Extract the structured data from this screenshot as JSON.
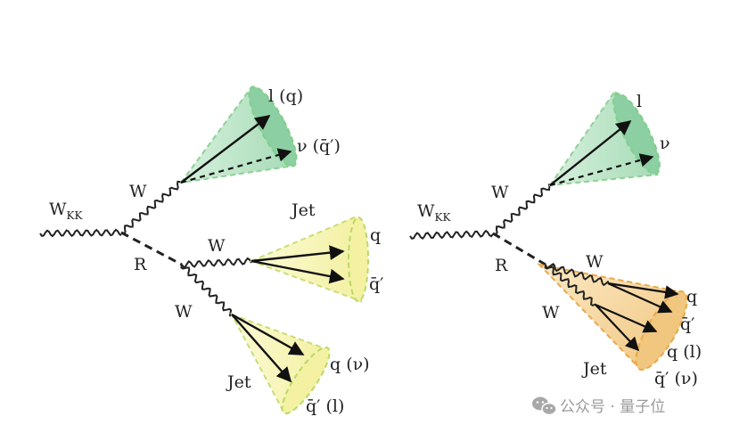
{
  "left": {
    "wkk": "W",
    "wkk_sub": "KK",
    "r": "R",
    "w_upper": "W",
    "w_middle": "W",
    "w_lower": "W",
    "top_cone_l": "l (q)",
    "top_cone_nu": "ν (q̄′)",
    "mid_jet": "Jet",
    "mid_q": "q",
    "mid_qbar": "q̄′",
    "bot_jet": "Jet",
    "bot_q": "q (ν)",
    "bot_qbar": "q̄′ (l)"
  },
  "right": {
    "wkk": "W",
    "wkk_sub": "KK",
    "r": "R",
    "w_upper": "W",
    "w_middle": "W",
    "w_lower": "W",
    "top_l": "l",
    "top_nu": "ν",
    "jet": "Jet",
    "q1": "q",
    "qbar1": "q̄′",
    "q2": "q (l)",
    "qbar2": "q̄′ (ν)"
  },
  "watermark": {
    "icon": "wechat-icon",
    "text": "公众号 · 量子位"
  },
  "colors": {
    "green_fill": "#b9e3c6",
    "green_rim": "#7fcf8a",
    "yellow_fill": "#f8f6b0",
    "yellow_rim": "#b8d96a",
    "orange_fill": "#f6d9a0",
    "orange_rim": "#e7a94a",
    "line": "#222222"
  }
}
